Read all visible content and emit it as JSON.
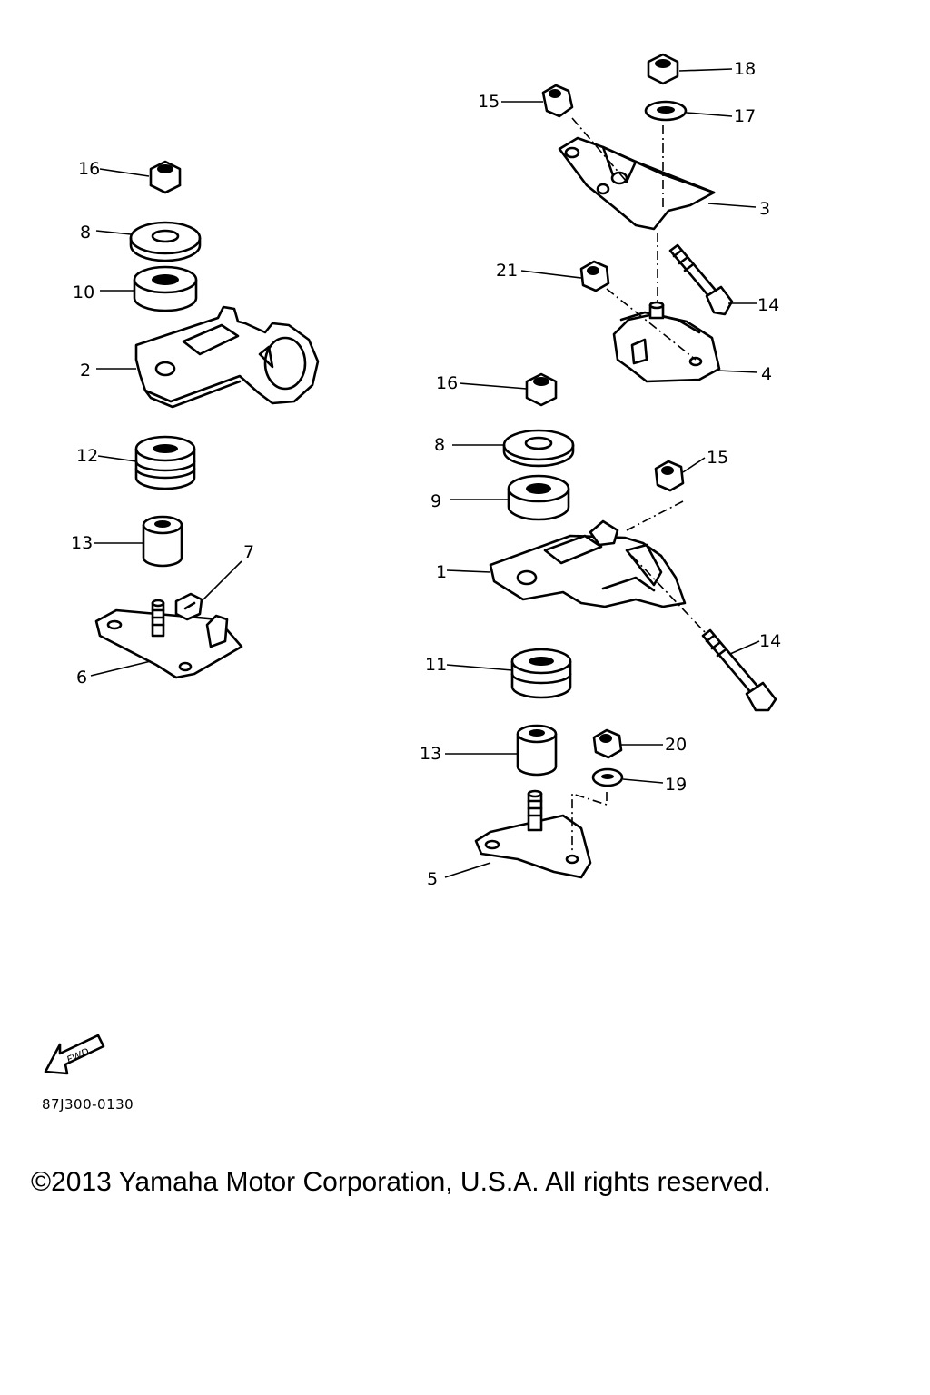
{
  "diagram": {
    "callouts": {
      "c16a": "16",
      "c8a": "8",
      "c10": "10",
      "c2": "2",
      "c12": "12",
      "c13a": "13",
      "c7": "7",
      "c6": "6",
      "c15a": "15",
      "c18": "18",
      "c17": "17",
      "c3": "3",
      "c21": "21",
      "c14a": "14",
      "c4": "4",
      "c16b": "16",
      "c8b": "8",
      "c15b": "15",
      "c9": "9",
      "c1": "1",
      "c14b": "14",
      "c11": "11",
      "c13b": "13",
      "c20": "20",
      "c19": "19",
      "c5": "5"
    },
    "fwd_label": "FWD",
    "ref_code": "87J300-0130"
  },
  "footer": {
    "copyright": "©2013 Yamaha Motor Corporation, U.S.A. All rights reserved."
  }
}
